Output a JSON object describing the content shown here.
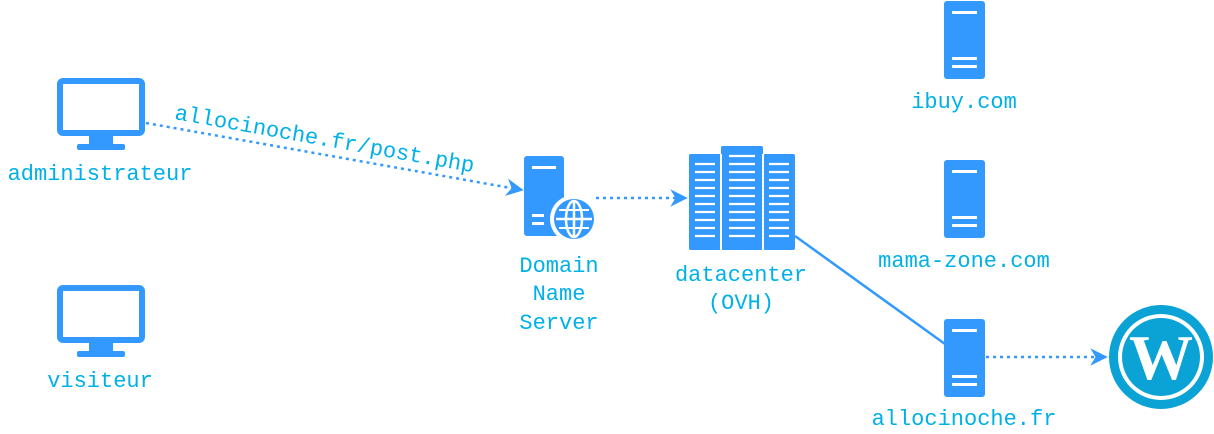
{
  "colors": {
    "icon": "#3399ff",
    "text": "#00b0e8",
    "wordpress": "#0ba3d6",
    "edge": "#3399ff"
  },
  "nodes": {
    "administrateur": {
      "label": "administrateur",
      "icon": "monitor-icon"
    },
    "visiteur": {
      "label": "visiteur",
      "icon": "monitor-icon"
    },
    "dns": {
      "label_lines": [
        "Domain",
        "Name",
        "Server"
      ],
      "icon": "web-server-icon"
    },
    "datacenter": {
      "label_lines": [
        "datacenter",
        "(OVH)"
      ],
      "icon": "datacenter-icon"
    },
    "ibuy": {
      "label": "ibuy.com",
      "icon": "server-icon"
    },
    "mama_zone": {
      "label": "mama-zone.com",
      "icon": "server-icon"
    },
    "allocinoche": {
      "label": "allocinoche.fr",
      "icon": "server-icon"
    },
    "wordpress": {
      "label": "",
      "icon": "wordpress-icon"
    }
  },
  "edges": [
    {
      "from": "administrateur",
      "to": "dns",
      "style": "dotted",
      "arrow": true,
      "label": "allocinoche.fr/post.php"
    },
    {
      "from": "dns",
      "to": "datacenter",
      "style": "dotted",
      "arrow": true,
      "label": ""
    },
    {
      "from": "datacenter",
      "to": "allocinoche",
      "style": "solid",
      "arrow": false,
      "label": ""
    },
    {
      "from": "allocinoche",
      "to": "wordpress",
      "style": "dotted",
      "arrow": true,
      "label": ""
    }
  ]
}
